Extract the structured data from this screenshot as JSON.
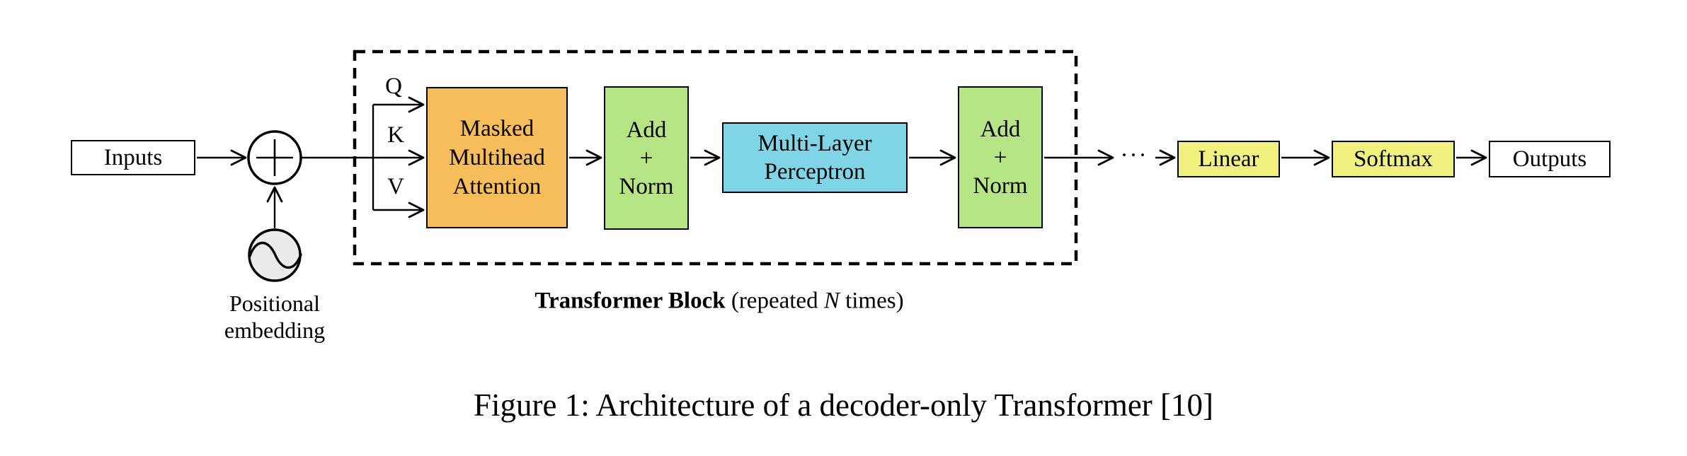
{
  "colors": {
    "attention_fill": "#F8BD5B",
    "addnorm_fill": "#B5E584",
    "mlp_fill": "#7FD4E6",
    "linear_fill": "#F0F17E",
    "softmax_fill": "#F0F17E",
    "io_fill": "#FFFFFF",
    "positional_fill": "#EBEBEB",
    "line": "#000000"
  },
  "nodes": {
    "inputs": "Inputs",
    "attention": "Masked\nMultihead\nAttention",
    "addnorm1": "Add\n+\nNorm",
    "mlp": "Multi-Layer\nPerceptron",
    "addnorm2": "Add\n+\nNorm",
    "linear": "Linear",
    "softmax": "Softmax",
    "outputs": "Outputs"
  },
  "labels": {
    "q": "Q",
    "k": "K",
    "v": "V",
    "positional": "Positional\nembedding",
    "dots": "···",
    "block_bold": "Transformer Block",
    "block_mid": " (repeated ",
    "block_n": "N",
    "block_tail": " times)"
  },
  "icons": {
    "add": "plus-in-circle",
    "positional": "sine-wave-in-circle"
  },
  "caption": "Figure 1: Architecture of a decoder-only Transformer [10]"
}
